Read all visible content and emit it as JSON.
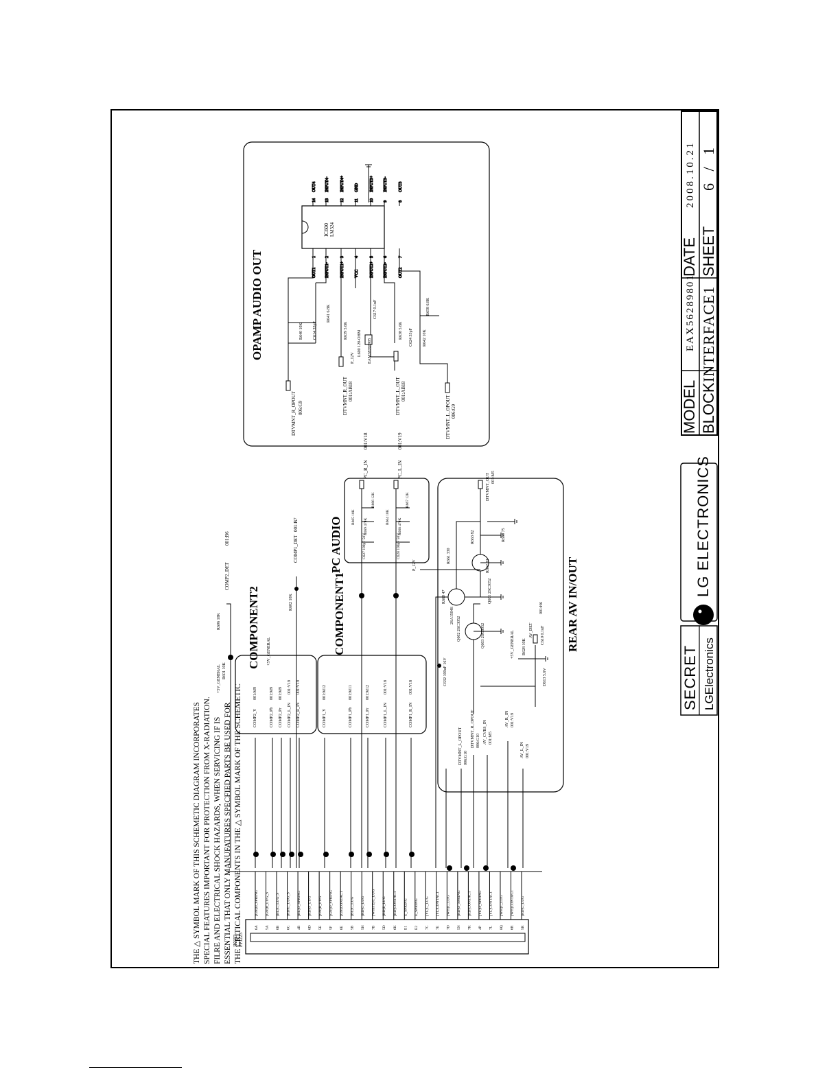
{
  "sheet": {
    "model_label": "MODEL",
    "model_value": "EAX56289801",
    "block_label": "BLOCK",
    "block_value": "INTERFACE1",
    "date_label": "DATE",
    "date_value": "2008.10.21",
    "sheet_label": "SHEET",
    "sheet_value": "6 / 1",
    "secret": "SECRET",
    "company": "LG ELECTRONICS",
    "company_small": "LGElectronics"
  },
  "sections": {
    "opamp": "OPAMP AUDIO OUT",
    "pc_audio": "PC AUDIO",
    "rear_av": "REAR AV IN/OUT",
    "component1": "COMPONENT1",
    "component2": "COMPONENT2"
  },
  "ic": {
    "ref": "IC600",
    "part": "LM324",
    "left_pins": [
      {
        "num": "1",
        "name": "OUT1"
      },
      {
        "num": "2",
        "name": "INPUT1-"
      },
      {
        "num": "3",
        "name": "INPUT1+"
      },
      {
        "num": "4",
        "name": "VCC"
      },
      {
        "num": "5",
        "name": "INPUT2+"
      },
      {
        "num": "6",
        "name": "INPUT2-"
      },
      {
        "num": "7",
        "name": "OUT2"
      }
    ],
    "right_pins": [
      {
        "num": "14",
        "name": "OUT4"
      },
      {
        "num": "13",
        "name": "INPUT4-"
      },
      {
        "num": "12",
        "name": "INPUT4+"
      },
      {
        "num": "11",
        "name": "GND"
      },
      {
        "num": "10",
        "name": "INPUT3+"
      },
      {
        "num": "9",
        "name": "INPUT3-"
      },
      {
        "num": "8",
        "name": "OUT3"
      }
    ]
  },
  "opamp_labels": {
    "r_out_net": "DTVMNT_R_OPOUT",
    "r_out_ref": "006:G9",
    "r_in_net": "DTVMNT_R_OUT",
    "r_in_ref": "001:AB18",
    "l_in_net": "DTVMNT_L_OUT",
    "l_in_ref": "001:AB18",
    "l_out_net": "DTVMNT_L_OPOUT",
    "l_out_ref": "006:G9",
    "p12v": "P_12V",
    "r1": "R640 10K",
    "c1": "C614 33pF",
    "r2": "R641 6.8K",
    "r3": "R639 5.6K",
    "l1": "L600 120-OHM",
    "part_no": "EAM38769905",
    "c2": "C617 0.1uF",
    "r4": "R638 5.6K",
    "c3": "C624 33pF",
    "r5": "R642 10K",
    "r6": "R658 6.8K"
  },
  "pc_audio_labels": {
    "pc_r": "PC_R_IN",
    "pc_r_ref": "001:V18",
    "pc_l": "PC_L_IN",
    "pc_l_ref": "001:V19",
    "r1": "R666 12K",
    "r2": "R665 10K",
    "r3": "R669 470K",
    "r4": "R667 12K",
    "r5": "R664 10K",
    "r6": "R668 470K",
    "c1": "C627 100pF 50V",
    "c2": "C628 100pF 50V"
  },
  "rear_labels": {
    "out_net": "DTVMNT_OUT",
    "out_ref": "001:M5",
    "p12v": "P_12V",
    "q1": "Q601 2SC3052",
    "q2": "Q602 2SC3052",
    "q3": "Q603 2SC3052",
    "q4": "2SA1504S",
    "r1": "R661 330",
    "r2": "R663 82",
    "r3": "R660 47",
    "r4": "R662 82",
    "r5": "R659 75",
    "av_ref": "001:H6",
    "av_net": "AV_DET",
    "sv_net": "+5V_GENERAL",
    "r6": "R628 10K",
    "c1": "C610 0.1uF",
    "cvbs": "C632 100uF 16V",
    "d1": "D613 5.6V"
  },
  "component_labels": {
    "c2_y": "COMP2_Y",
    "c2_y_ref": "001:M9",
    "c2_pb": "COMP2_Pb",
    "c2_pb_ref": "001:M9",
    "c2_pr": "COMP2_Pr",
    "c2_pr_ref": "001:M9",
    "c2_l": "COMP2_L_IN",
    "c2_l_ref": "001:V19",
    "c2_r": "COMP2_R_IN",
    "c2_r_ref": "001:V19",
    "c2_det": "COMP2_DET",
    "c2_det_ref": "001:B6",
    "c1_y": "COMP1_Y",
    "c1_y_ref": "001:M12",
    "c1_pb": "COMP1_Pb",
    "c1_pb_ref": "001:M11",
    "c1_pr": "COMP1_Pr",
    "c1_pr_ref": "001:M12",
    "c1_l": "COMP1_L_IN",
    "c1_l_ref": "001:V18",
    "c1_r": "COMP1_R_IN",
    "c1_r_ref": "001:V18",
    "c1_det": "COMP1_DET",
    "c1_det_ref": "001:B7",
    "general": "+5V_GENERAL",
    "rv1": "R606 10K",
    "rv2": "R601 10K",
    "rv3": "R602 10K"
  },
  "av_labels": {
    "cvbs": "DTVMNT_L_OPOUT",
    "cvbs_ref": "006:G10",
    "r_opout": "DTVMNT_R_OPOUT",
    "r_opout_ref": "006:G10",
    "av_cvbs": "AV_CVBS_IN",
    "av_cvbs_ref": "001:M5",
    "av_l": "AV_L_IN",
    "av_l_ref": "001:V19",
    "av_r": "AV_R_IN",
    "av_r_ref": "001:V19"
  },
  "connector": {
    "ref": "JK603",
    "part": "PPJ223",
    "pins": [
      {
        "num": "6A",
        "label": "[GN]O_SPRING"
      },
      {
        "num": "5A",
        "label": "[GN]B_LUG_S"
      },
      {
        "num": "6B",
        "label": "[BL]C_LUG_S"
      },
      {
        "num": "6C",
        "label": "[RD]C_LUG_S"
      },
      {
        "num": "4B",
        "label": "[BL]O_SPRING"
      },
      {
        "num": "6D",
        "label": "[RD]O_LUG"
      },
      {
        "num": "5E",
        "label": "[GN]B_LUG"
      },
      {
        "num": "5F",
        "label": "[GN]O_SPRING"
      },
      {
        "num": "6E",
        "label": "[GN]CONTACT"
      },
      {
        "num": "5B",
        "label": "[BL]C_LUG"
      },
      {
        "num": "5H",
        "label": "[RD]C_LUG"
      },
      {
        "num": "7B",
        "label": "[WHITE]C_LUG"
      },
      {
        "num": "5D",
        "label": "[RD]E_LUG"
      },
      {
        "num": "6K",
        "label": "[RD]CONTACT"
      },
      {
        "num": "E1",
        "label": "E_SPRING"
      },
      {
        "num": "E2",
        "label": "E_SPRING"
      },
      {
        "num": "7C",
        "label": "[YL]C_LUG"
      },
      {
        "num": "7E",
        "label": "[YL]CONTACT"
      },
      {
        "num": "7D",
        "label": "[WH]C_LUG"
      },
      {
        "num": "5N",
        "label": "[RD]O_SPRING"
      },
      {
        "num": "7K",
        "label": "[RD]CONTACT"
      },
      {
        "num": "4P",
        "label": "[YL]O_SPRING"
      },
      {
        "num": "7L",
        "label": "[YL]CONTACT"
      },
      {
        "num": "8Q",
        "label": "[WH]C_LUG"
      },
      {
        "num": "6R",
        "label": "[WH]CONTACT"
      },
      {
        "num": "5R",
        "label": "[RD]C_LUG"
      }
    ]
  },
  "warning_lines": [
    "THE △ SYMBOL MARK OF THIS SCHEMETIC DIAGRAM INCORPORATES",
    "SPECIAL FEATURES IMPORTANT FOR PROTECTION FROM X-RADIATION.",
    "FILRE AND ELECTRICAL SHOCK HAZARDS, WHEN SERVICING IF IS",
    "ESSENTIAL THAT ONLY MANUFATURES SPECFIED PARTS BE USED FOR",
    "THE CRITICAL COMPONENTS IN THE △ SYMBOL MARK OF THE SCHEMETIC"
  ]
}
